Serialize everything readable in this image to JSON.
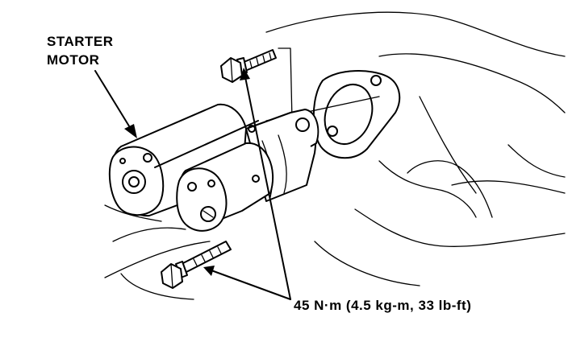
{
  "labels": {
    "starter_motor_line1": "STARTER",
    "starter_motor_line2": "MOTOR",
    "torque_spec": "45 N·m (4.5 kg-m, 33 lb-ft)"
  },
  "colors": {
    "ink": "#000000",
    "background": "#ffffff"
  }
}
